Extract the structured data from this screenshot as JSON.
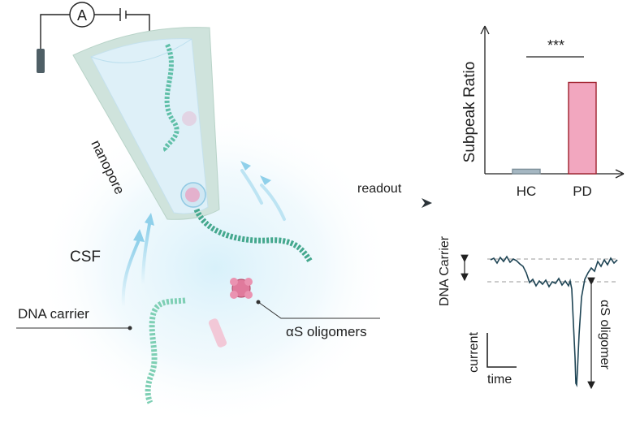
{
  "diagram": {
    "labels": {
      "ammeter": "A",
      "nanopore": "nanopore",
      "csf": "CSF",
      "dna_carrier": "DNA carrier",
      "as_oligomers": "αS oligomers",
      "readout": "readout",
      "dna_carrier_level": "DNA Carrier",
      "as_oligomer_level": "αS oligomer",
      "scale_current": "current",
      "scale_time": "time"
    },
    "colors": {
      "pore_glass": "#cfe3dc",
      "pore_inner": "#dff1fa",
      "dna": "#5fbfa8",
      "oligomer": "#e07a9c",
      "arrow": "#8fd0ea",
      "trace": "#1f4555",
      "hc_bar": "#a5b7c2",
      "pd_bar": "#f2a7bf",
      "pd_edge": "#9e1f2c"
    }
  },
  "chart_data": {
    "type": "bar",
    "categories": [
      "HC",
      "PD"
    ],
    "values": [
      0.05,
      1.0
    ],
    "ylabel": "Subpeak Ratio",
    "xlabel": "",
    "ylim": [
      0,
      1.6
    ],
    "significance": "***",
    "grid": false
  }
}
